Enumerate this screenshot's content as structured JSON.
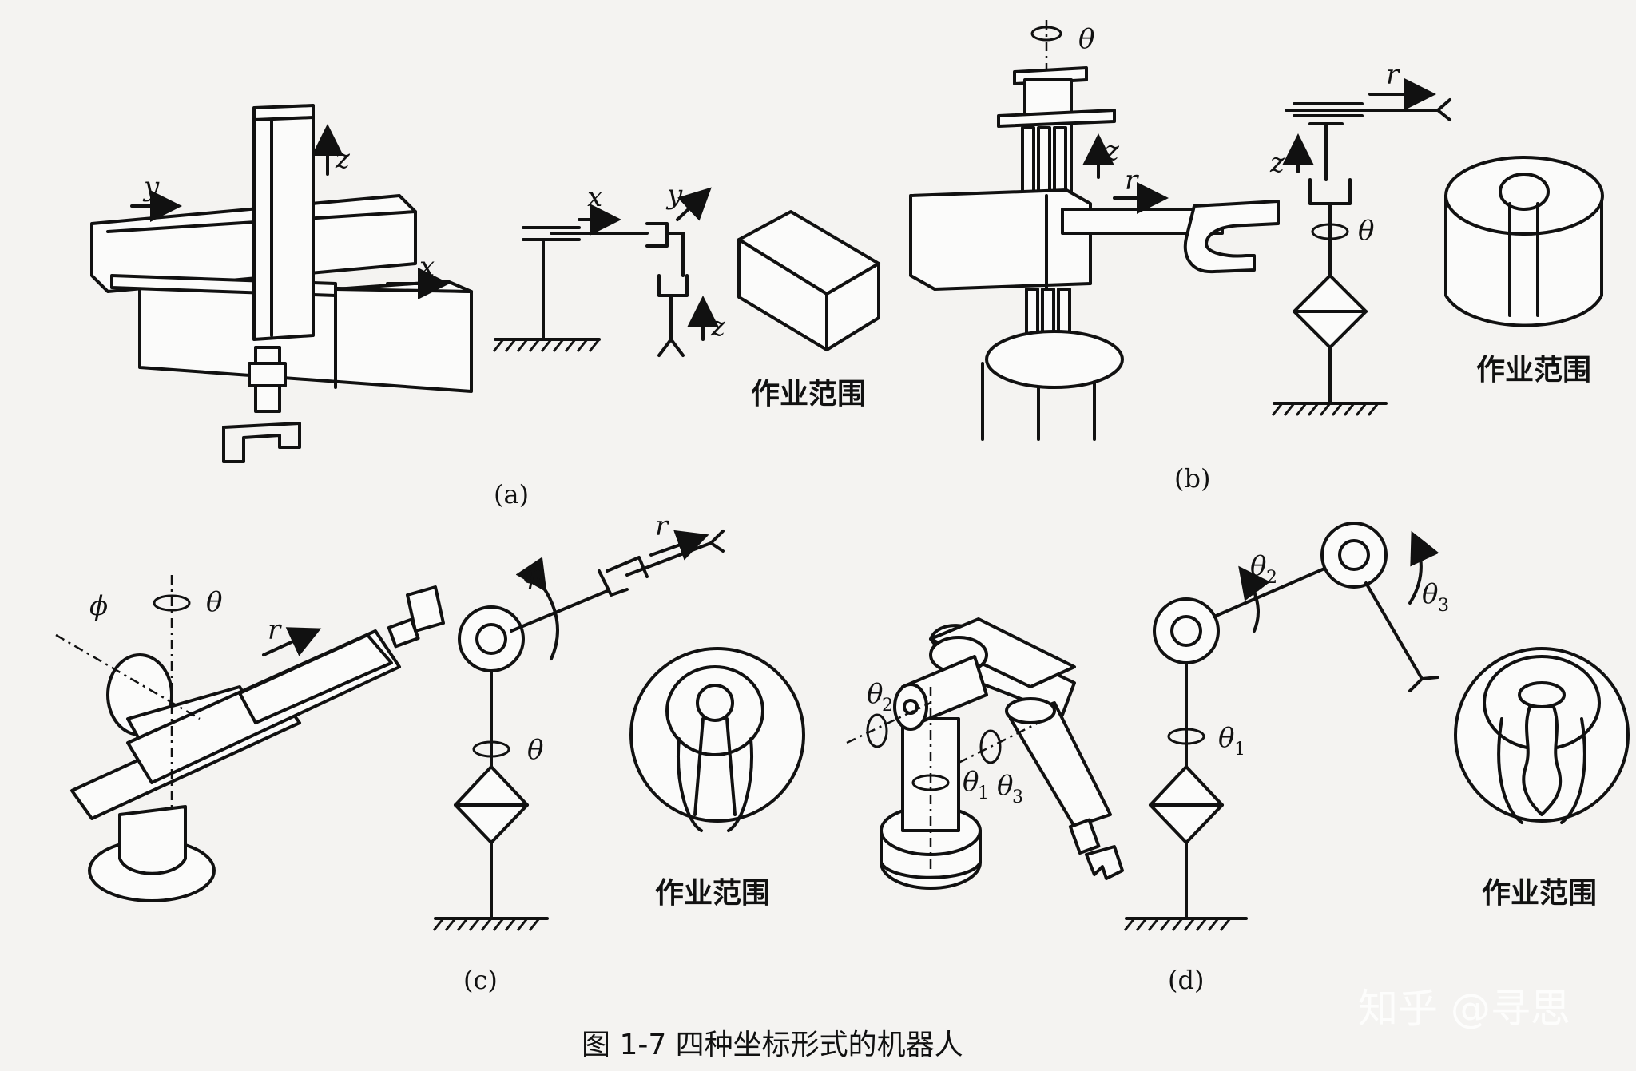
{
  "panels": {
    "a": {
      "label": "(a)",
      "axis_x": "x",
      "axis_y": "y",
      "axis_z": "z",
      "workspace": "作业范围"
    },
    "b": {
      "label": "(b)",
      "axis_theta": "θ",
      "axis_z": "z",
      "axis_r": "r",
      "workspace": "作业范围"
    },
    "c": {
      "label": "(c)",
      "axis_phi": "ϕ",
      "axis_theta": "θ",
      "axis_r": "r",
      "workspace": "作业范围"
    },
    "d": {
      "label": "(d)",
      "theta1": "θ",
      "theta2": "θ",
      "theta3": "θ",
      "sub1": "1",
      "sub2": "2",
      "sub3": "3",
      "workspace": "作业范围"
    }
  },
  "caption": "图 1-7   四种坐标形式的机器人",
  "watermark": "知乎 @寻思"
}
